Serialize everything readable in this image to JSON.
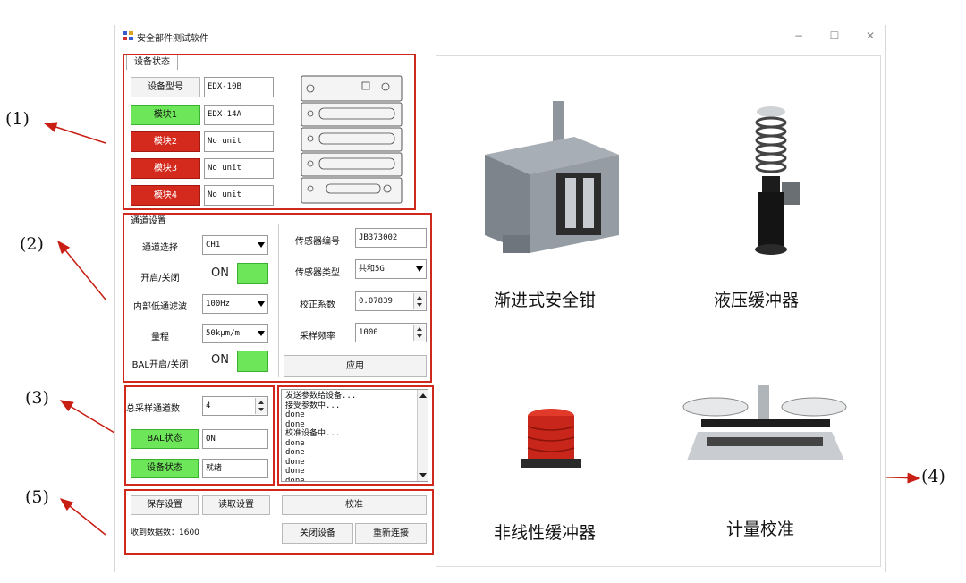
{
  "window": {
    "title": "安全部件测试软件",
    "controls": {
      "minimize": "−",
      "maximize": "☐",
      "close": "✕"
    },
    "tab_label": "设备状态"
  },
  "device_status": {
    "model_label": "设备型号",
    "model_value": "EDX-10B",
    "modules": [
      {
        "label": "模块1",
        "value": "EDX-14A",
        "status_color": "#6ee65a"
      },
      {
        "label": "模块2",
        "value": "No unit",
        "status_color": "#d42a1e"
      },
      {
        "label": "模块3",
        "value": "No unit",
        "status_color": "#d42a1e"
      },
      {
        "label": "模块4",
        "value": "No unit",
        "status_color": "#d42a1e"
      }
    ]
  },
  "channel_settings": {
    "group_title": "通道设置",
    "channel_select": {
      "label": "通道选择",
      "value": "CH1"
    },
    "on_off": {
      "label": "开启/关闭",
      "value": "ON"
    },
    "lowpass": {
      "label": "内部低通滤波",
      "value": "100Hz"
    },
    "range": {
      "label": "量程",
      "value": "50kμm/m"
    },
    "bal_on_off": {
      "label": "BAL开启/关闭",
      "value": "ON"
    },
    "sensor_id": {
      "label": "传感器编号",
      "value": "JB373002"
    },
    "sensor_type": {
      "label": "传感器类型",
      "value": "共和5G"
    },
    "calib_coef": {
      "label": "校正系数",
      "value": "0.07839"
    },
    "sample_rate": {
      "label": "采样频率",
      "value": "1000"
    },
    "apply_label": "应用"
  },
  "status_panel": {
    "total_channels": {
      "label": "总采样通道数",
      "value": "4"
    },
    "bal_status": {
      "label": "BAL状态",
      "value": "ON"
    },
    "device_state": {
      "label": "设备状态",
      "value": "就绪"
    }
  },
  "log": {
    "lines": [
      "发送参数给设备...",
      "接受参数中...",
      "done",
      "done",
      "校准设备中...",
      "done",
      "done",
      "done",
      "done",
      "done"
    ]
  },
  "actions": {
    "save_settings": "保存设置",
    "load_settings": "读取设置",
    "calibrate": "校准",
    "received_label": "收到数据数：1600",
    "close_device": "关闭设备",
    "reconnect": "重新连接"
  },
  "products": [
    {
      "caption": "渐进式安全钳"
    },
    {
      "caption": "液压缓冲器"
    },
    {
      "caption": "非线性缓冲器"
    },
    {
      "caption": "计量校准"
    }
  ],
  "annotations": [
    "(1)",
    "(2)",
    "(3)",
    "(4)",
    "(5)"
  ],
  "colors": {
    "accent_red": "#d0281c",
    "ok_green": "#6ee65a",
    "fault_red": "#d42a1e"
  }
}
